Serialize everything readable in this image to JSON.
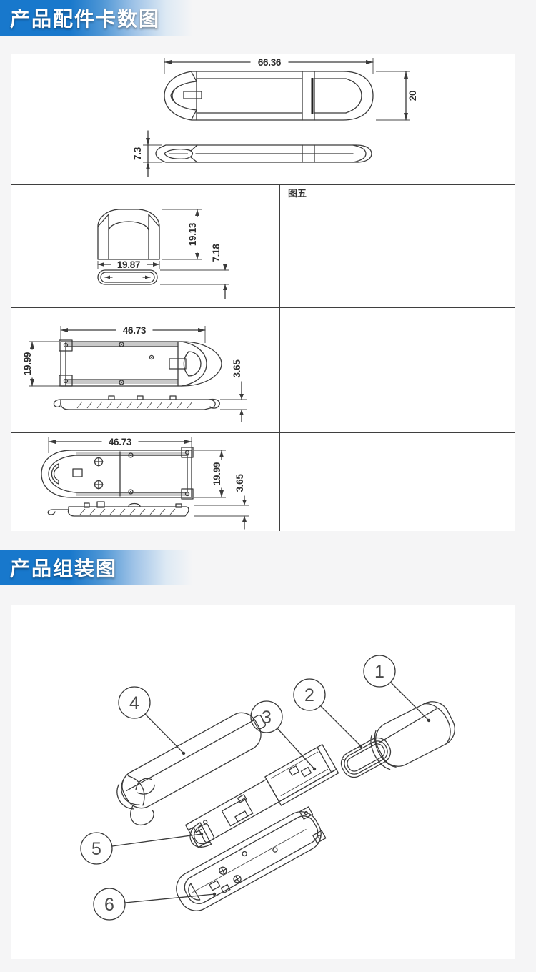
{
  "page": {
    "background": "#f5f5f6",
    "panel_background": "#ffffff"
  },
  "colors": {
    "header_blue": "#1878cc",
    "line": "#3a3a3a"
  },
  "headers": {
    "parts": "产品配件卡数图",
    "assembly": "产品组装图"
  },
  "parts_diagram": {
    "figure_label": "图五",
    "usb_top_view": {
      "length": "66.36",
      "height": "20"
    },
    "usb_side_view": {
      "thickness": "7.3"
    },
    "cap_front_view": {
      "height": "19.13",
      "width": "19.87"
    },
    "cap_bottom_view": {
      "depth": "7.18"
    },
    "top_shell": {
      "length": "46.73",
      "width": "19.99",
      "thickness": "3.65"
    },
    "bottom_shell": {
      "length": "46.73",
      "width": "19.99",
      "thickness": "3.65"
    }
  },
  "assembly_diagram": {
    "balloons": [
      {
        "label": "1"
      },
      {
        "label": "2"
      },
      {
        "label": "3"
      },
      {
        "label": "4"
      },
      {
        "label": "5"
      },
      {
        "label": "6"
      }
    ]
  }
}
